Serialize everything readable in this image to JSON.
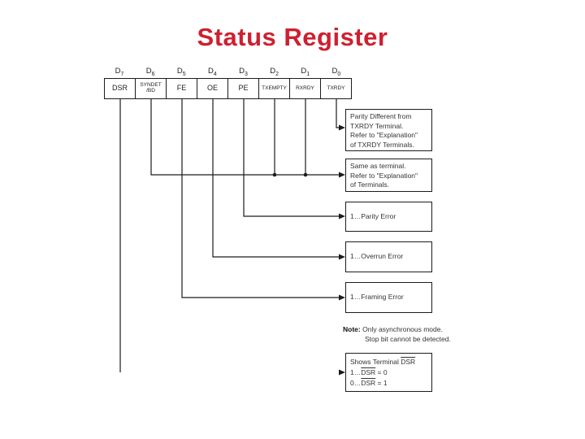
{
  "title": "Status Register",
  "colors": {
    "title": "#ce2030",
    "line": "#1c1c1c"
  },
  "register": {
    "bits": [
      {
        "letter": "D",
        "sub": "7",
        "label": "DSR"
      },
      {
        "letter": "D",
        "sub": "6",
        "label": "SYNDET\n/BD"
      },
      {
        "letter": "D",
        "sub": "5",
        "label": "FE"
      },
      {
        "letter": "D",
        "sub": "4",
        "label": "OE"
      },
      {
        "letter": "D",
        "sub": "3",
        "label": "PE"
      },
      {
        "letter": "D",
        "sub": "2",
        "label": "TXEMPTY"
      },
      {
        "letter": "D",
        "sub": "1",
        "label": "RXRDY"
      },
      {
        "letter": "D",
        "sub": "0",
        "label": "TXRDY"
      }
    ]
  },
  "boxes": [
    {
      "lines": [
        "Parity Different from",
        "TXRDY Terminal.",
        "Refer to \"Explanation\"",
        "of TXRDY Terminals."
      ]
    },
    {
      "lines": [
        "Same as terminal.",
        "Refer to \"Explanation\"",
        "of Terminals."
      ]
    },
    {
      "lines": [
        "1…Parity Error"
      ]
    },
    {
      "lines": [
        "1…Overrun Error"
      ]
    },
    {
      "lines": [
        "1…Framing Error"
      ]
    }
  ],
  "note": {
    "label": "Note:",
    "line1": "Only asynchronous mode.",
    "line2": "Stop bit cannot be detected."
  },
  "dsr_box": {
    "line1_pre": "Shows Terminal ",
    "line1_ov": "DSR",
    "line2_pre": "1…",
    "line2_ov": "DSR",
    "line2_post": " = 0",
    "line3_pre": "0…",
    "line3_ov": "DSR",
    "line3_post": " = 1"
  }
}
